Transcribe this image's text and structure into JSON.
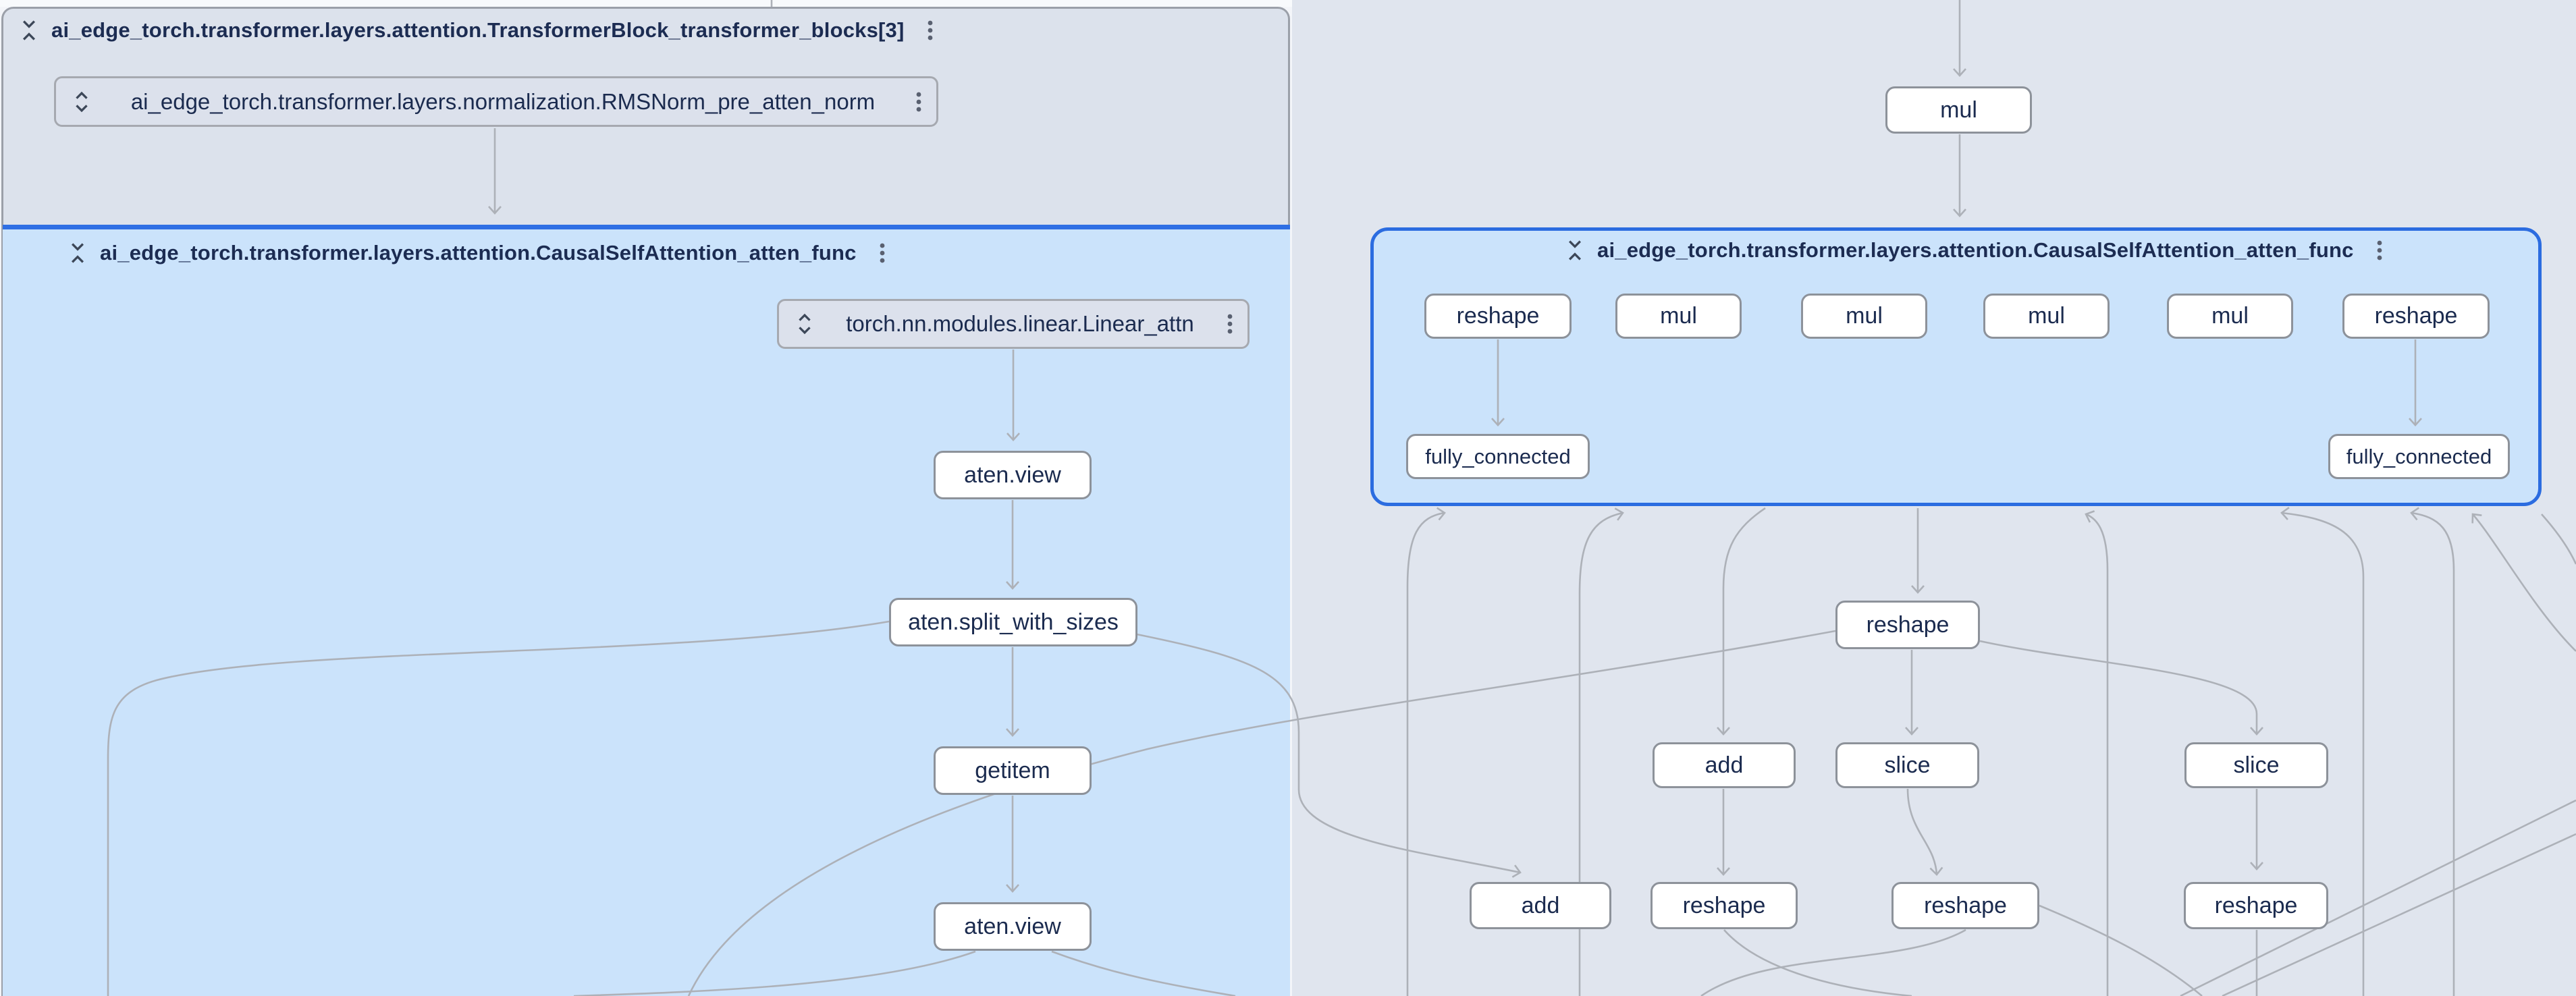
{
  "app": "model-explorer-graph",
  "colors": {
    "selection_blue": "#2b6ce0",
    "panel_accent_blue": "#2f6fe4",
    "group_fill_blue": "#cbe3fb",
    "group_fill_gray": "#dce2ec",
    "right_region_fill": "#e0e5ee",
    "node_fill": "#ffffff",
    "node_border": "#8d929a",
    "edge_gray": "#adb1b8",
    "text_navy": "#1b2b4f"
  },
  "panels": {
    "transformer_block": {
      "title": "ai_edge_torch.transformer.layers.attention.TransformerBlock_transformer_blocks[3]"
    },
    "attn_left": {
      "title": "ai_edge_torch.transformer.layers.attention.CausalSelfAttention_atten_func"
    },
    "attn_right": {
      "title": "ai_edge_torch.transformer.layers.attention.CausalSelfAttention_atten_func"
    }
  },
  "group_nodes": {
    "rmsnorm": {
      "label": "ai_edge_torch.transformer.layers.normalization.RMSNorm_pre_atten_norm"
    },
    "linear": {
      "label": "torch.nn.modules.linear.Linear_attn"
    }
  },
  "icons": {
    "collapse": "unfold-less-icon",
    "expand": "unfold-more-icon",
    "menu": "kebab-menu-icon"
  },
  "nodes": [
    {
      "id": "aten_view_1",
      "label": "aten.view"
    },
    {
      "id": "split",
      "label": "aten.split_with_sizes"
    },
    {
      "id": "getitem",
      "label": "getitem"
    },
    {
      "id": "aten_view_2",
      "label": "aten.view"
    },
    {
      "id": "mul_top",
      "label": "mul"
    },
    {
      "id": "r_reshape_1",
      "label": "reshape"
    },
    {
      "id": "r_mul_1",
      "label": "mul"
    },
    {
      "id": "r_mul_2",
      "label": "mul"
    },
    {
      "id": "r_mul_3",
      "label": "mul"
    },
    {
      "id": "r_mul_4",
      "label": "mul"
    },
    {
      "id": "r_reshape_2",
      "label": "reshape"
    },
    {
      "id": "fc_1",
      "label": "fully_connected"
    },
    {
      "id": "fc_2",
      "label": "fully_connected"
    },
    {
      "id": "reshape_mid",
      "label": "reshape"
    },
    {
      "id": "add_mid",
      "label": "add"
    },
    {
      "id": "slice_1",
      "label": "slice"
    },
    {
      "id": "slice_2",
      "label": "slice"
    },
    {
      "id": "add_b",
      "label": "add"
    },
    {
      "id": "reshape_b1",
      "label": "reshape"
    },
    {
      "id": "reshape_b2",
      "label": "reshape"
    },
    {
      "id": "reshape_b3",
      "label": "reshape"
    }
  ]
}
